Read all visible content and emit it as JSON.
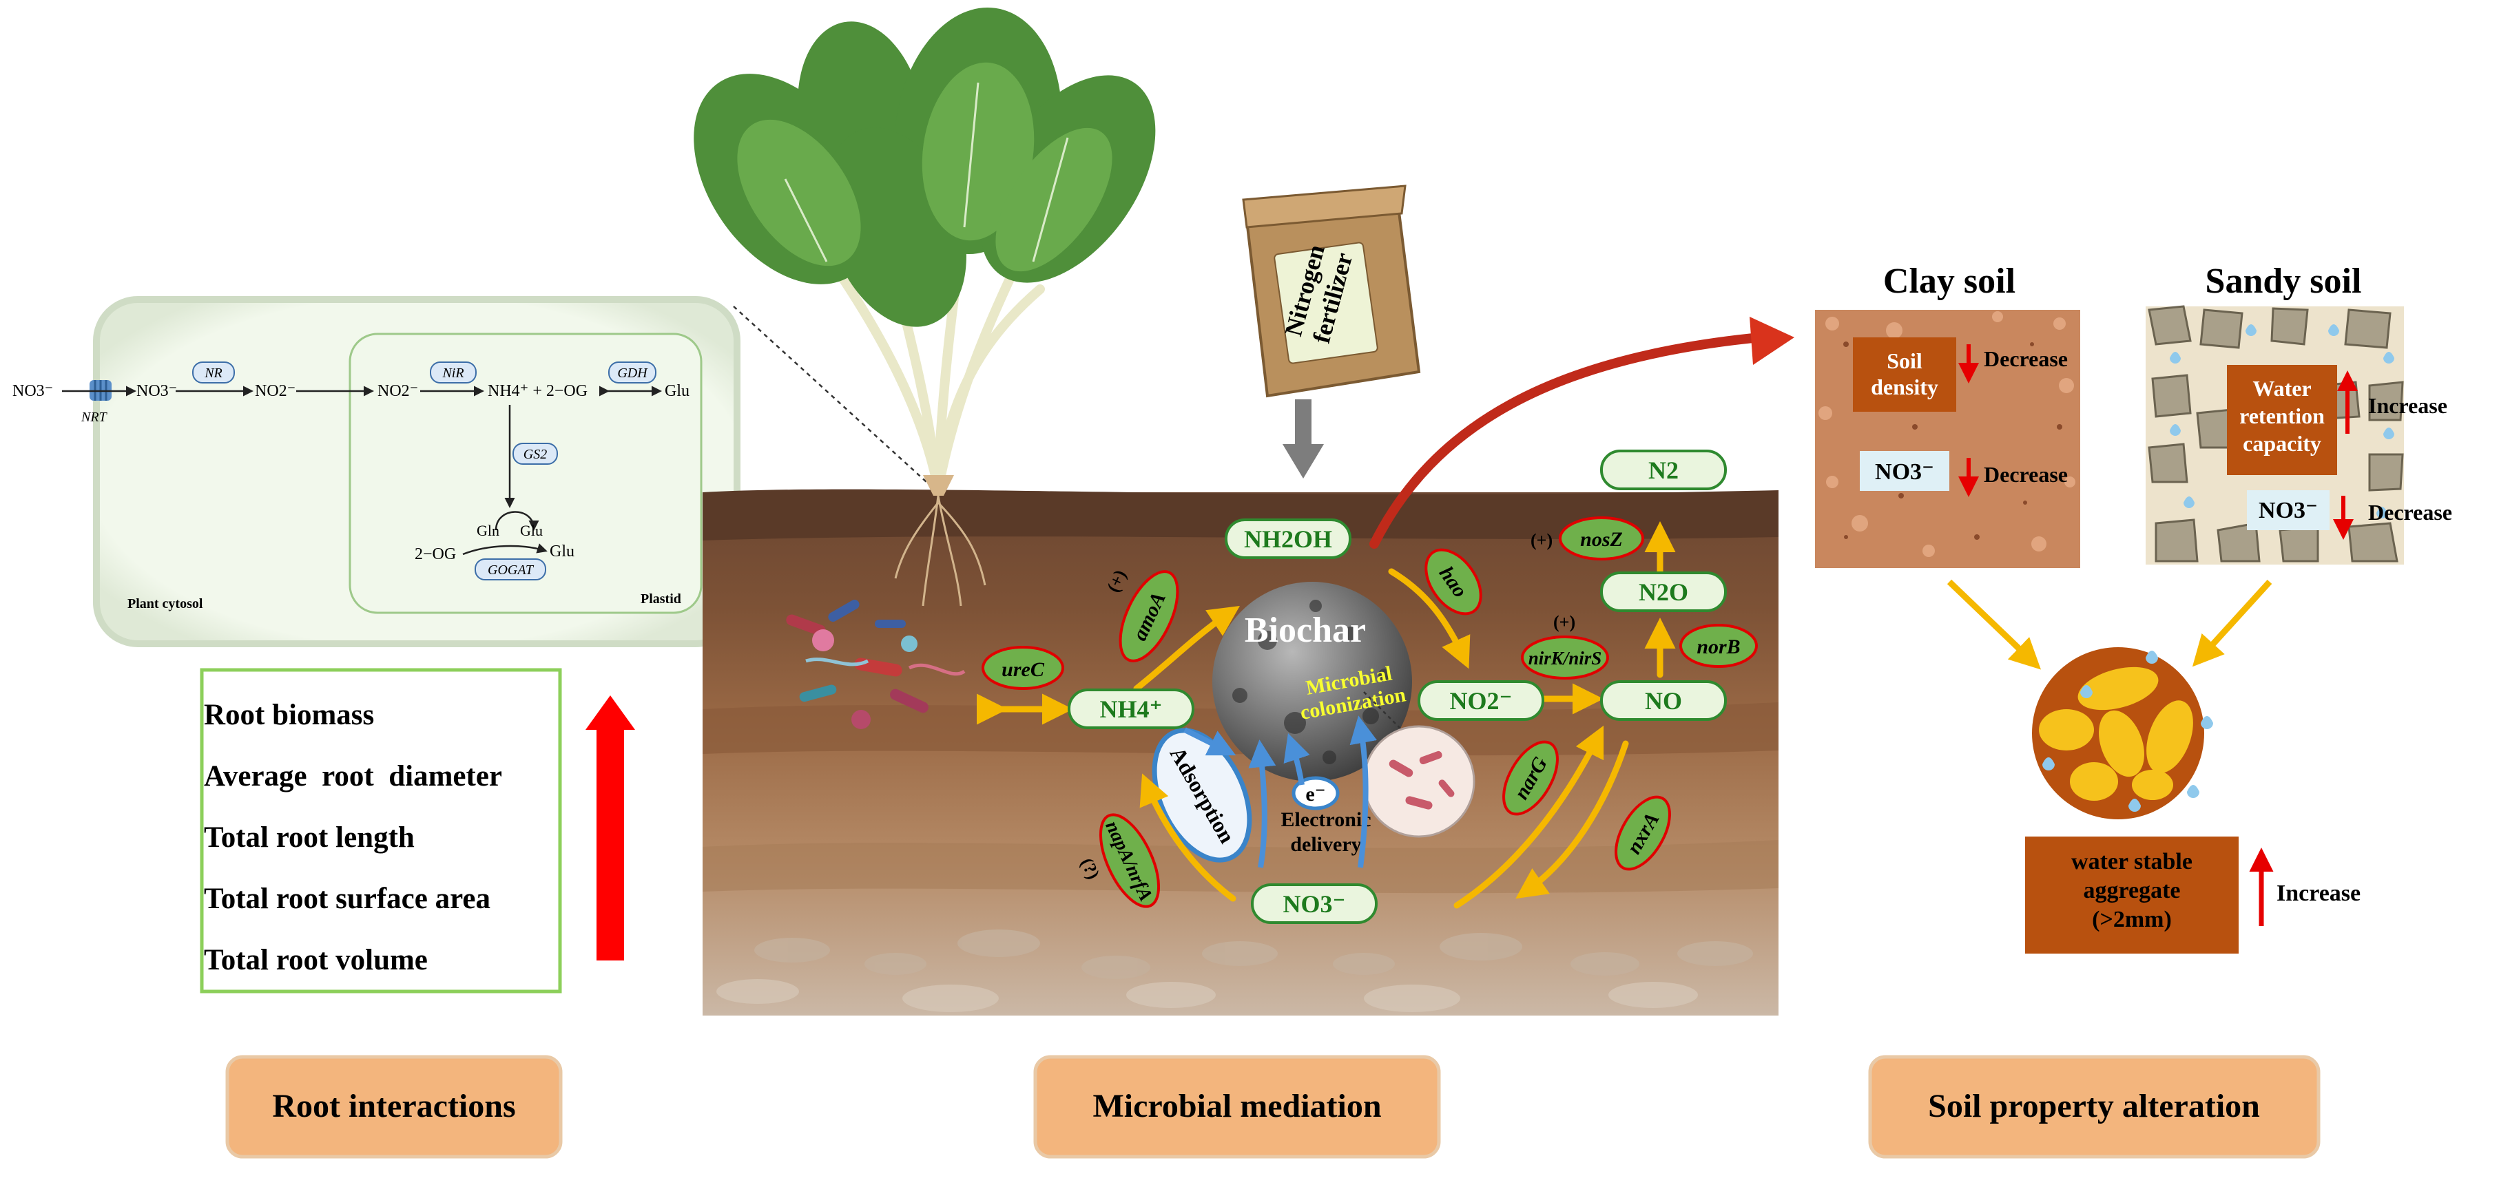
{
  "pathway": {
    "no3_outside": "NO3⁻",
    "nrt": "NRT",
    "no3_cyto": "NO3⁻",
    "nr": "NR",
    "no2_cyto": "NO2⁻",
    "no2_plastid": "NO2⁻",
    "nir": "NiR",
    "nh4_og": "NH4⁺ + 2−OG",
    "gdh": "GDH",
    "glu_right": "Glu",
    "gs2": "GS2",
    "gln": "Gln",
    "glu_cycle": "Glu",
    "og_left": "2−OG",
    "glu_bottom": "Glu",
    "gogat": "GOGAT",
    "plant_cytosol": "Plant cytosol",
    "plastid": "Plastid"
  },
  "root_traits": {
    "items": [
      "Root biomass",
      "Average  root  diameter",
      "Total root length",
      "Total root surface area",
      "Total root volume"
    ]
  },
  "fertilizer": {
    "label": "Nitrogen fertilizer"
  },
  "microbial": {
    "biochar": "Biochar",
    "colonization": "Microbial colonization",
    "nh2oh": "NH2OH",
    "nh4": "NH4⁺",
    "no2": "NO2⁻",
    "no": "NO",
    "n2o": "N2O",
    "n2": "N2",
    "no3": "NO3⁻",
    "electron": "e⁻",
    "electronic_delivery": "Electronic delivery",
    "adsorption": "Adsorption",
    "genes": {
      "ureC": "ureC",
      "amoA": "amoA",
      "hao": "hao",
      "nosZ": "nosZ",
      "nirK_nirS": "nirK/nirS",
      "norB": "norB",
      "narG": "narG",
      "nxrA": "nxrA",
      "napA_nrfA": "napA/nrfA"
    },
    "plus_amoA": "(+)",
    "plus_nosZ": "(+)",
    "plus_nirK": "(+)",
    "question_napA": "(?)"
  },
  "soil": {
    "clay_title": "Clay soil",
    "sandy_title": "Sandy soil",
    "soil_density": "Soil density",
    "decrease_1": "Decrease",
    "no3_clay": "NO3⁻",
    "decrease_2": "Decrease",
    "water_retention": "Water retention capacity",
    "increase_1": "Increase",
    "no3_sandy": "NO3⁻",
    "decrease_3": "Decrease",
    "wsa": "water stable aggregate (>2mm)",
    "increase_2": "Increase"
  },
  "footer": {
    "root_interactions": "Root interactions",
    "microbial_mediation": "Microbial mediation",
    "soil_property_alteration": "Soil property alteration"
  },
  "colors": {
    "green_border": "#8ccf5a",
    "orange_arrow": "#f5b800",
    "red": "#e60000",
    "soil_brown": "#b8510f",
    "footer_fill": "#f3b57d",
    "gene_fill": "#6fb04b",
    "pill_fill": "#eaf5de"
  }
}
